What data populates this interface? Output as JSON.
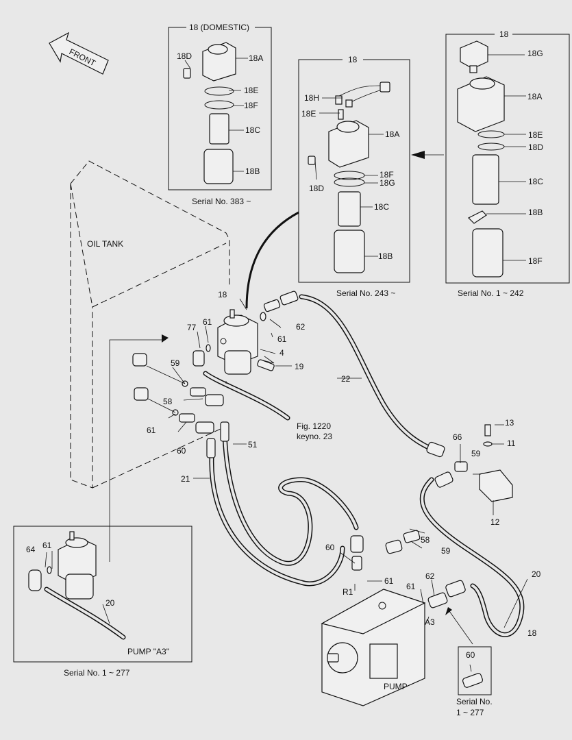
{
  "labels": {
    "front": "FRONT",
    "oil_tank": "OIL TANK",
    "domestic_title": "18 (DOMESTIC)",
    "serial_383": "Serial No. 383 ~",
    "box18_title": "18",
    "serial_243": "Serial No. 243 ~",
    "box18r_title": "18",
    "serial_1_242": "Serial No. 1 ~ 242",
    "serial_1_277": "Serial No. 1 ~ 277",
    "pump_a3": "PUMP  \"A3\"",
    "pump": "PUMP",
    "fig_ref_line1": "Fig. 1220",
    "fig_ref_line2": "keyno. 23",
    "serial_no": "Serial No.",
    "serial_1_277b": "1 ~ 277"
  },
  "callouts": {
    "d_18D": "18D",
    "d_18A": "18A",
    "d_18E": "18E",
    "d_18F": "18F",
    "d_18C": "18C",
    "d_18B": "18B",
    "m_18H": "18H",
    "m_18E": "18E",
    "m_18A": "18A",
    "m_18D": "18D",
    "m_18F": "18F",
    "m_18G": "18G",
    "m_18C": "18C",
    "m_18B": "18B",
    "r_18G": "18G",
    "r_18A": "18A",
    "r_18E": "18E",
    "r_18D": "18D",
    "r_18C": "18C",
    "r_18B": "18B",
    "r_18F": "18F",
    "c18": "18",
    "c77": "77",
    "c61a": "61",
    "c61b": "61",
    "c62a": "62",
    "c4": "4",
    "c19": "19",
    "c59a": "59",
    "c58a": "58",
    "c61c": "61",
    "c60a": "60",
    "c51": "51",
    "c21": "21",
    "c22": "22",
    "c13": "13",
    "c11": "11",
    "c66": "66",
    "c59b": "59",
    "c12": "12",
    "c58b": "58",
    "c59c": "59",
    "c60b": "60",
    "c61d": "61",
    "cR1": "R1",
    "c61e": "61",
    "c62b": "62",
    "cA3": "A3",
    "c20a": "20",
    "c18b": "18",
    "c64": "64",
    "c61f": "61",
    "c20b": "20",
    "c60c": "60"
  }
}
